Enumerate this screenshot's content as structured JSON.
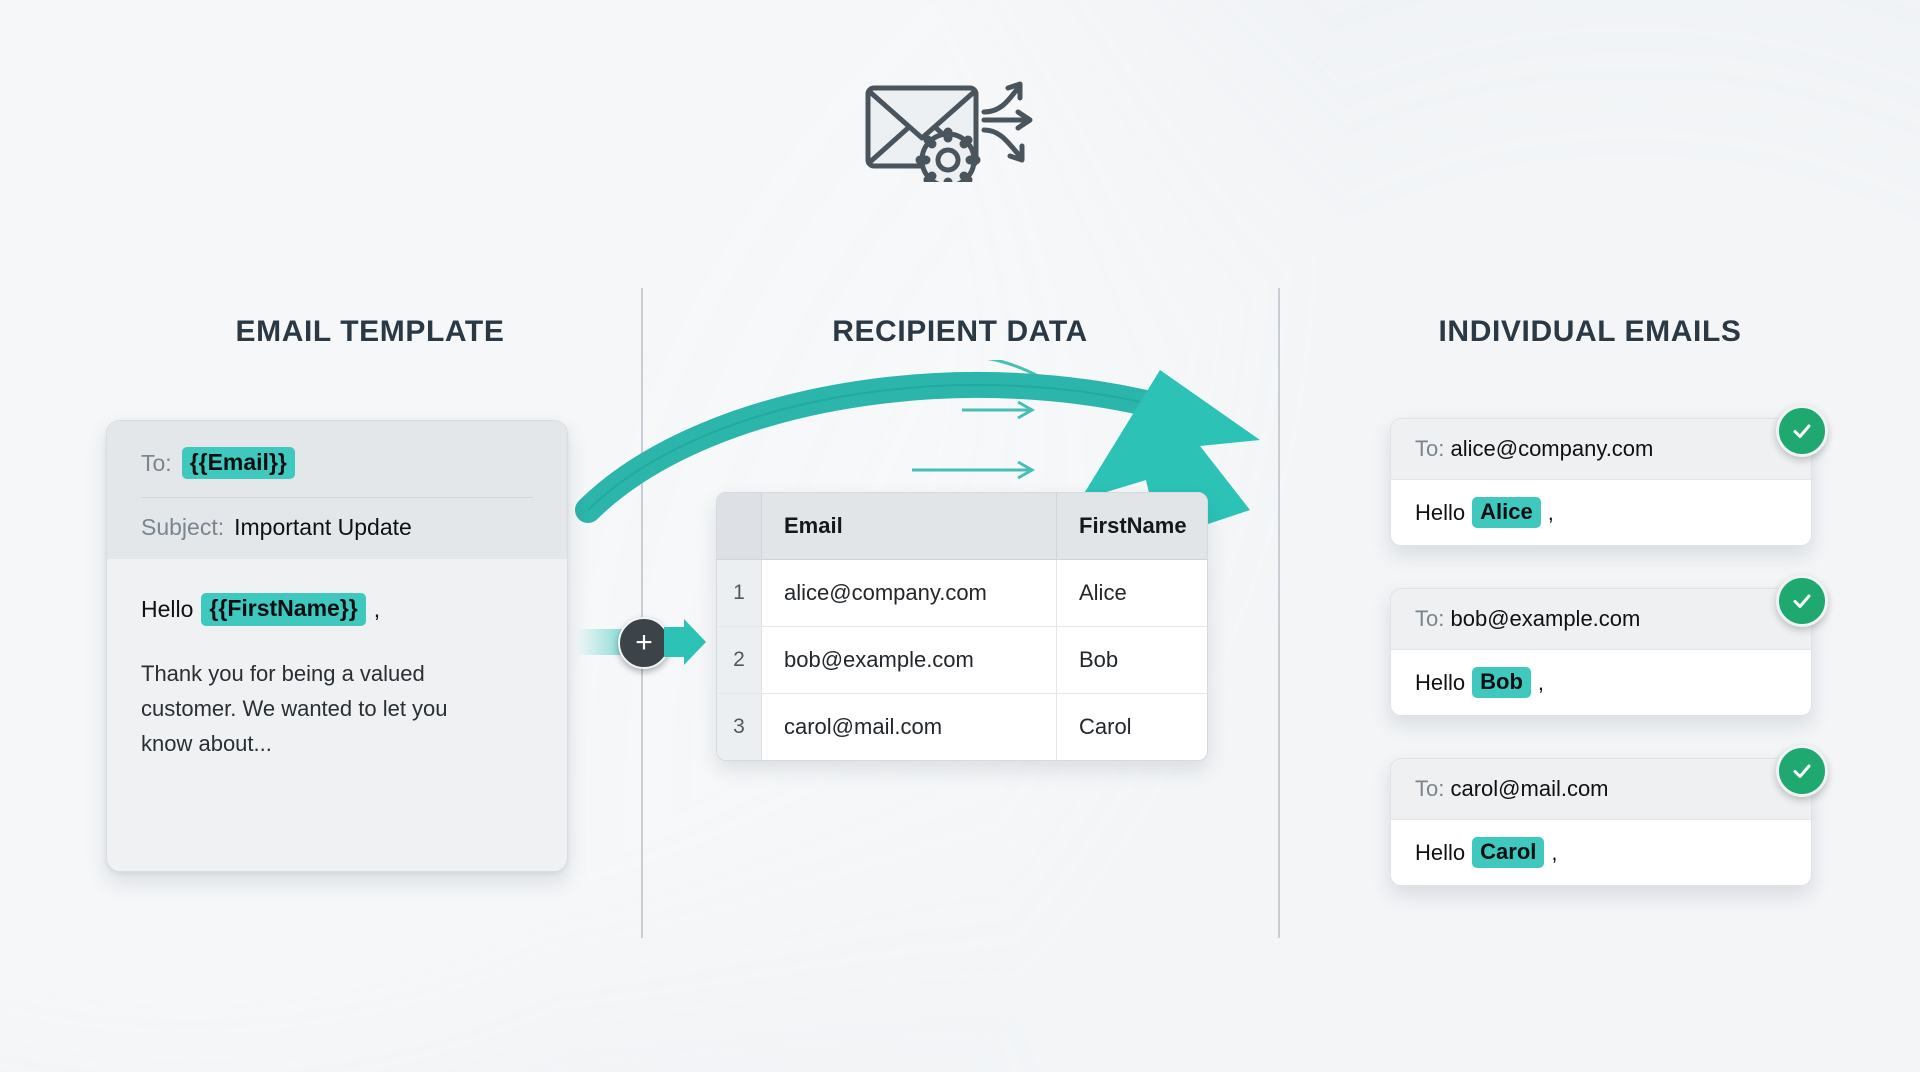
{
  "header": {
    "icon": "envelope-gear-arrows-icon"
  },
  "columns": {
    "template_title": "EMAIL TEMPLATE",
    "recipients_title": "RECIPIENT DATA",
    "emails_title": "INDIVIDUAL EMAILS"
  },
  "template": {
    "to_label": "To:",
    "to_token": "{{Email}}",
    "subject_label": "Subject:",
    "subject_value": "Important Update",
    "greeting_word": "Hello",
    "greeting_token": "{{FirstName}}",
    "greeting_comma": ",",
    "body_text": "Thank you for being a valued customer. We wanted to let you know about..."
  },
  "merge": {
    "plus_symbol": "+"
  },
  "table": {
    "columns": [
      "",
      "Email",
      "FirstName"
    ],
    "rows": [
      {
        "index": "1",
        "email": "alice@company.com",
        "first_name": "Alice"
      },
      {
        "index": "2",
        "email": "bob@example.com",
        "first_name": "Bob"
      },
      {
        "index": "3",
        "email": "carol@mail.com",
        "first_name": "Carol"
      }
    ]
  },
  "emails": [
    {
      "to_label": "To:",
      "to_value": "alice@company.com",
      "greeting_word": "Hello",
      "name": "Alice",
      "comma": ",",
      "status": "sent"
    },
    {
      "to_label": "To:",
      "to_value": "bob@example.com",
      "greeting_word": "Hello",
      "name": "Bob",
      "comma": ",",
      "status": "sent"
    },
    {
      "to_label": "To:",
      "to_value": "carol@mail.com",
      "greeting_word": "Hello",
      "name": "Carol",
      "comma": ",",
      "status": "sent"
    }
  ],
  "colors": {
    "background": "#eef1f4",
    "accent_teal": "#2cb5aa",
    "highlight_teal": "#3fc8bd",
    "success_green": "#1fa971",
    "title_slate": "#2b3945",
    "badge_dark": "#3c4349"
  }
}
